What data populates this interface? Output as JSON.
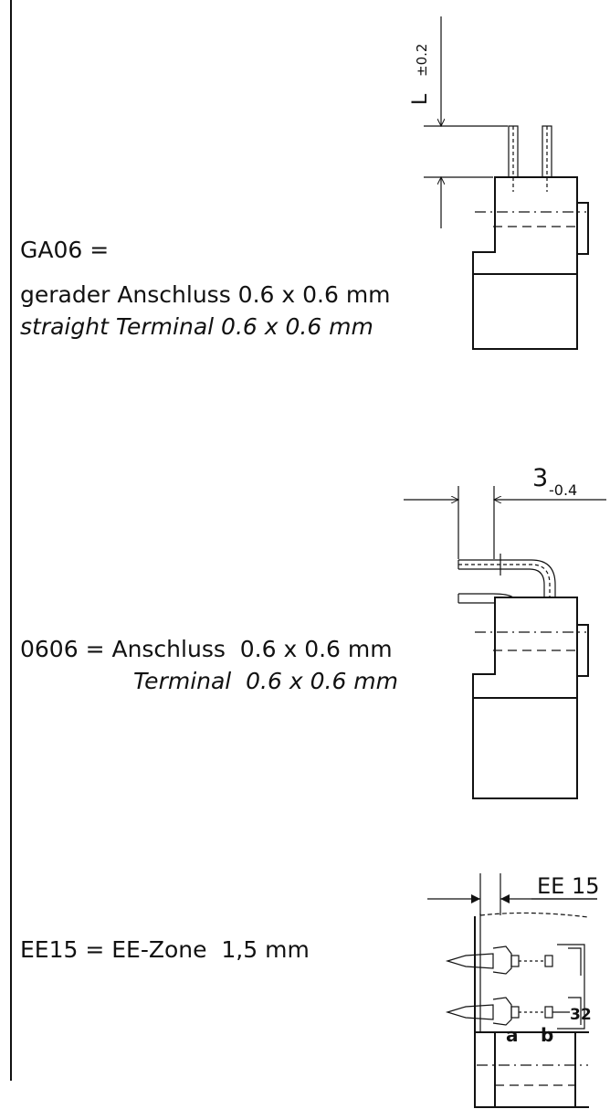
{
  "section_ga06": {
    "code_line": "GA06 =",
    "de_line": "gerader Anschluss 0.6 x 0.6 mm",
    "en_line": "straight Terminal 0.6 x 0.6 mm",
    "dim_label": "L",
    "dim_tolerance": "±0.2"
  },
  "section_0606": {
    "de_line": "0606 = Anschluss  0.6 x 0.6 mm",
    "en_line": "Terminal  0.6 x 0.6 mm",
    "dim_value": "3",
    "dim_tolerance": "-0.4"
  },
  "section_ee15": {
    "de_line": "EE15 = EE-Zone  1,5 mm",
    "dim_label": "EE 15",
    "label_a": "a",
    "label_b": "b",
    "label_32": "32"
  }
}
